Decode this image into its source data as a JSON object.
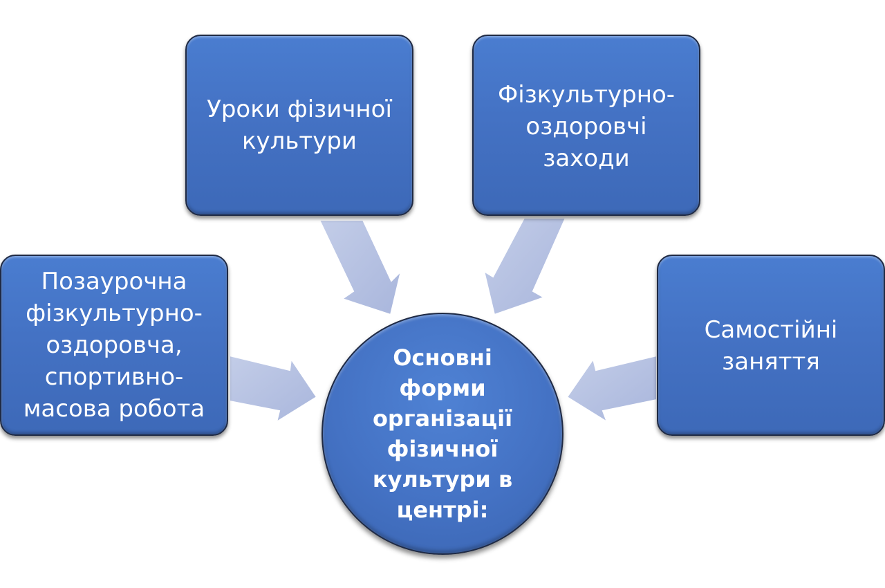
{
  "center": {
    "label": "Основні форми організації фізичної культури в центрі:"
  },
  "boxes": {
    "top_left": "Уроки фізичної культури",
    "top_right": "Фізкультурно-оздоровчі заходи",
    "left": "Позаурочна фізкультурно-оздоровча, спортивно-масова робота",
    "right": "Самостійні заняття"
  },
  "colors": {
    "box_fill": "#4472c4",
    "box_border": "#1f2a44",
    "arrow_fill": "#b4c0e0",
    "text": "#ffffff"
  }
}
